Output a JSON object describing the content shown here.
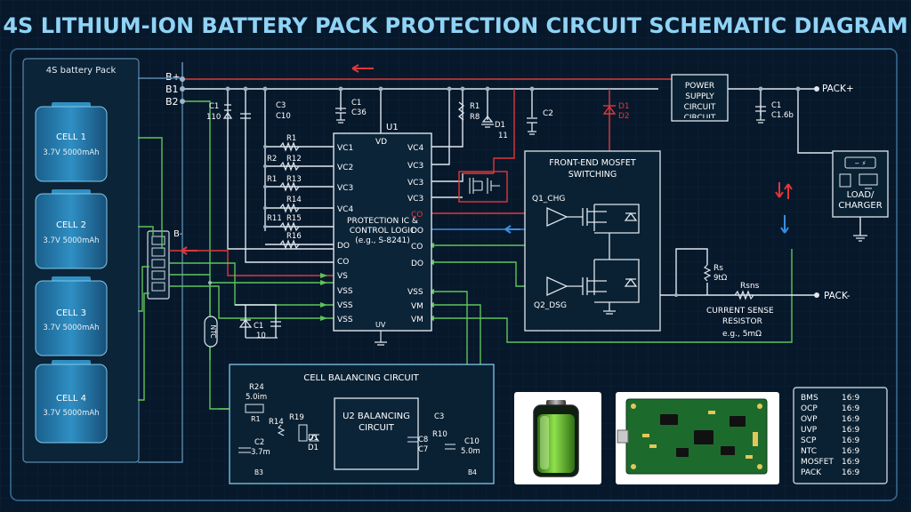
{
  "title": "4S LITHIUM-ION BATTERY PACK PROTECTION CIRCUIT SCHEMATIC DIAGRAM",
  "colors": {
    "background": "#07182b",
    "wire": "#dfe7ef",
    "red": "#e0383a",
    "green": "#5fc45a",
    "blue": "#3a8fe0",
    "cyan": "#7fc8e8",
    "title": "#8fd3f5"
  },
  "battery": {
    "label": "4S battery Pack",
    "cells": [
      {
        "name": "CELL 1",
        "spec": "3.7V 5000mAh"
      },
      {
        "name": "CELL 2",
        "spec": "3.7V 5000mAh"
      },
      {
        "name": "CELL 3",
        "spec": "3.7V 5000mAh"
      },
      {
        "name": "CELL 4",
        "spec": "3.7V 5000mAh"
      }
    ]
  },
  "terminals": {
    "bplus": "B+",
    "b1": "B1",
    "b2": "B2",
    "bminus": "B-",
    "pack_plus": "PACK+",
    "pack_minus": "PACK-"
  },
  "ic": {
    "ref": "U1",
    "vd": "VD",
    "name": "PROTECTION IC & CONTROL LOGIC (e.g., S-8241)",
    "bottom": "UV",
    "left_pins": [
      "VC1",
      "VC2",
      "VC3",
      "VC4",
      "DO",
      "CO",
      "VS",
      "VSS",
      "VSS",
      "VSS"
    ],
    "right_pins": [
      "VC4",
      "VC3",
      "VC3",
      "VC3",
      "CO",
      "DO",
      "CO",
      "DO",
      "VSS",
      "VM",
      "VM"
    ]
  },
  "resistors": [
    "R1",
    "R2",
    "R12",
    "R1",
    "R13",
    "R14",
    "R11",
    "R15",
    "R16"
  ],
  "top_parts": {
    "c1": "C1",
    "c1_val": "110",
    "c3": "C3",
    "c10": "C10",
    "c1b": "C1",
    "c1b_val": "C36",
    "r1": "R1",
    "r8": "R8",
    "d1": "D1",
    "d1_val": "11",
    "c2": "C2",
    "d1r": "D1",
    "d2r": "D2"
  },
  "power_supply": "POWER SUPPLY CIRCUIT CIRCUIT",
  "c_out": {
    "name": "C1",
    "value": "C1.6b"
  },
  "mosfet": {
    "title": "FRONT-END MOSFET SWITCHING",
    "q1": "Q1_CHG",
    "q2": "Q2_DSG"
  },
  "load": "LOAD/ CHARGER",
  "sense": {
    "rs": "Rs",
    "rs_val": "9tΩ",
    "rsns": "Rsns",
    "caption": "CURRENT SENSE RESISTOR",
    "value": "e.g., 5mΩ"
  },
  "ntc": "NTC",
  "c1_low": {
    "name": "C1",
    "value": "10"
  },
  "balancing": {
    "title": "CELL BALANCING CIRCUIT",
    "ic": "U2 BALANCING CIRCUIT",
    "r24": "R24",
    "r24_val": "5.0im",
    "r1": "R1",
    "r14": "R14",
    "r19": "R19",
    "d1": "D1",
    "d1b": "D1",
    "c2": "C2",
    "c2_val": "3.7m",
    "b3": "B3",
    "c3": "C3",
    "c8": "C8",
    "c7": "C7",
    "r10": "R10",
    "c10": "C10",
    "c10_val": "5.0m",
    "b4": "B4"
  },
  "legend": [
    {
      "key": "BMS",
      "value": "16:9"
    },
    {
      "key": "OCP",
      "value": "16:9"
    },
    {
      "key": "OVP",
      "value": "16:9"
    },
    {
      "key": "UVP",
      "value": "16:9"
    },
    {
      "key": "SCP",
      "value": "16:9"
    },
    {
      "key": "NTC",
      "value": "16:9"
    },
    {
      "key": "MOSFET",
      "value": "16:9"
    },
    {
      "key": "PACK",
      "value": "16:9"
    }
  ]
}
